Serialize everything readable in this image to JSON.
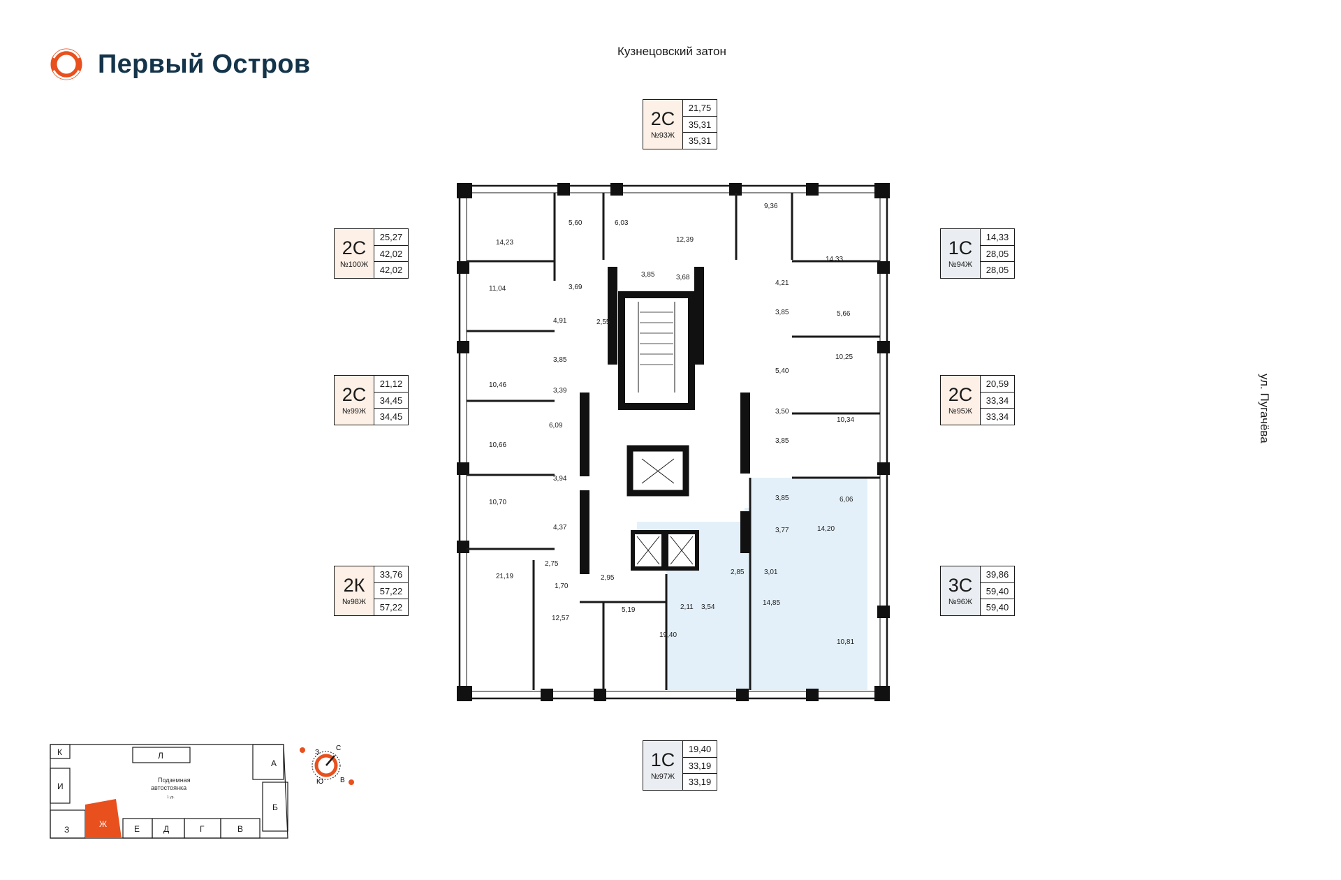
{
  "brand": {
    "name": "Первый Остров",
    "color": "#14344a",
    "accent": "#e8501e"
  },
  "streets": {
    "top": "Кузнецовский затон",
    "right": "ул. Пугачёва"
  },
  "colors": {
    "card_highlight": "#fdf0e6",
    "card_neutral": "#eaeef2",
    "selected_apartment": "#e3f0f9"
  },
  "apartments": [
    {
      "type": "2С",
      "number": "№93Ж",
      "values": [
        "21,75",
        "35,31",
        "35,31"
      ]
    },
    {
      "type": "2С",
      "number": "№100Ж",
      "values": [
        "25,27",
        "42,02",
        "42,02"
      ]
    },
    {
      "type": "1С",
      "number": "№94Ж",
      "values": [
        "14,33",
        "28,05",
        "28,05"
      ]
    },
    {
      "type": "2С",
      "number": "№99Ж",
      "values": [
        "21,12",
        "34,45",
        "34,45"
      ]
    },
    {
      "type": "2С",
      "number": "№95Ж",
      "values": [
        "20,59",
        "33,34",
        "33,34"
      ]
    },
    {
      "type": "2К",
      "number": "№98Ж",
      "values": [
        "33,76",
        "57,22",
        "57,22"
      ]
    },
    {
      "type": "3С",
      "number": "№96Ж",
      "values": [
        "39,86",
        "59,40",
        "59,40"
      ]
    },
    {
      "type": "1С",
      "number": "№97Ж",
      "values": [
        "19,40",
        "33,19",
        "33,19"
      ]
    }
  ],
  "rooms": [
    "14,23",
    "5,60",
    "6,03",
    "12,39",
    "9,36",
    "14,33",
    "3,69",
    "3,85",
    "3,68",
    "4,21",
    "11,04",
    "4,91",
    "2,55",
    "3,85",
    "5,66",
    "10,25",
    "3,85",
    "10,46",
    "5,40",
    "3,39",
    "3,50",
    "6,09",
    "10,34",
    "10,66",
    "3,85",
    "10,70",
    "3,94",
    "3,85",
    "6,06",
    "4,37",
    "3,77",
    "14,20",
    "2,75",
    "21,19",
    "2,85",
    "3,01",
    "1,70",
    "2,95",
    "14,85",
    "5,19",
    "2,11",
    "3,54",
    "12,57",
    "19,40",
    "10,81"
  ],
  "keyplan": {
    "sections": [
      "К",
      "Л",
      "А",
      "И",
      "Б",
      "З",
      "Ж",
      "Е",
      "Д",
      "Г",
      "В"
    ],
    "parking_label_line1": "Подземная",
    "parking_label_line2": "автостоянка",
    "parking_level": "1 ур.",
    "compass": [
      "З",
      "С",
      "Ю",
      "В"
    ]
  }
}
